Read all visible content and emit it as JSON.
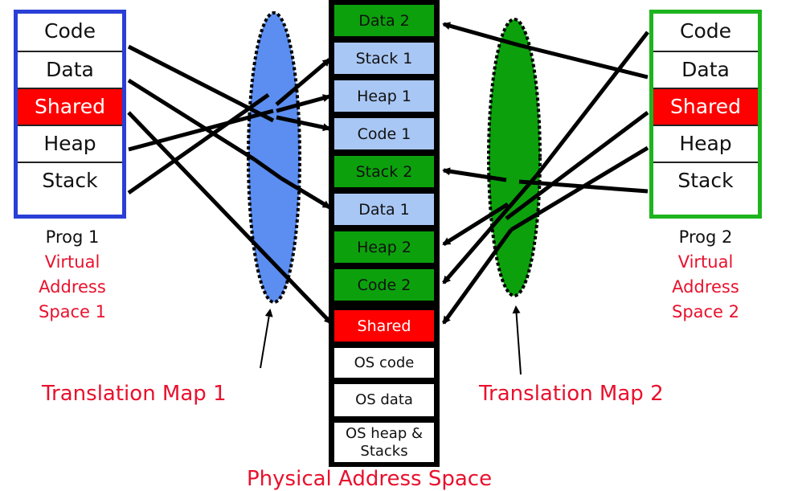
{
  "prog1": {
    "segments": [
      "Code",
      "Data",
      "Shared",
      "Heap",
      "Stack"
    ],
    "caption": [
      "Prog 1",
      "Virtual",
      "Address",
      "Space 1"
    ]
  },
  "prog2": {
    "segments": [
      "Code",
      "Data",
      "Shared",
      "Heap",
      "Stack"
    ],
    "caption": [
      "Prog 2",
      "Virtual",
      "Address",
      "Space 2"
    ]
  },
  "physical": {
    "label": "Physical Address Space",
    "segments": [
      "Data 2",
      "Stack 1",
      "Heap 1",
      "Code 1",
      "Stack 2",
      "Data 1",
      "Heap 2",
      "Code 2",
      "Shared",
      "OS code",
      "OS data",
      "OS heap & Stacks"
    ]
  },
  "maps": {
    "map1_label": "Translation Map 1",
    "map2_label": "Translation Map 2"
  },
  "colors": {
    "prog1_border": "#2a3fd6",
    "prog2_border": "#1db41d",
    "map1_fill": "#5b8ef0",
    "map2_fill": "#0ca10c",
    "phys_green": "#0ca10c",
    "phys_blue": "#a9c7f4",
    "shared_red": "#ff0000",
    "label_red": "#e8112d"
  }
}
